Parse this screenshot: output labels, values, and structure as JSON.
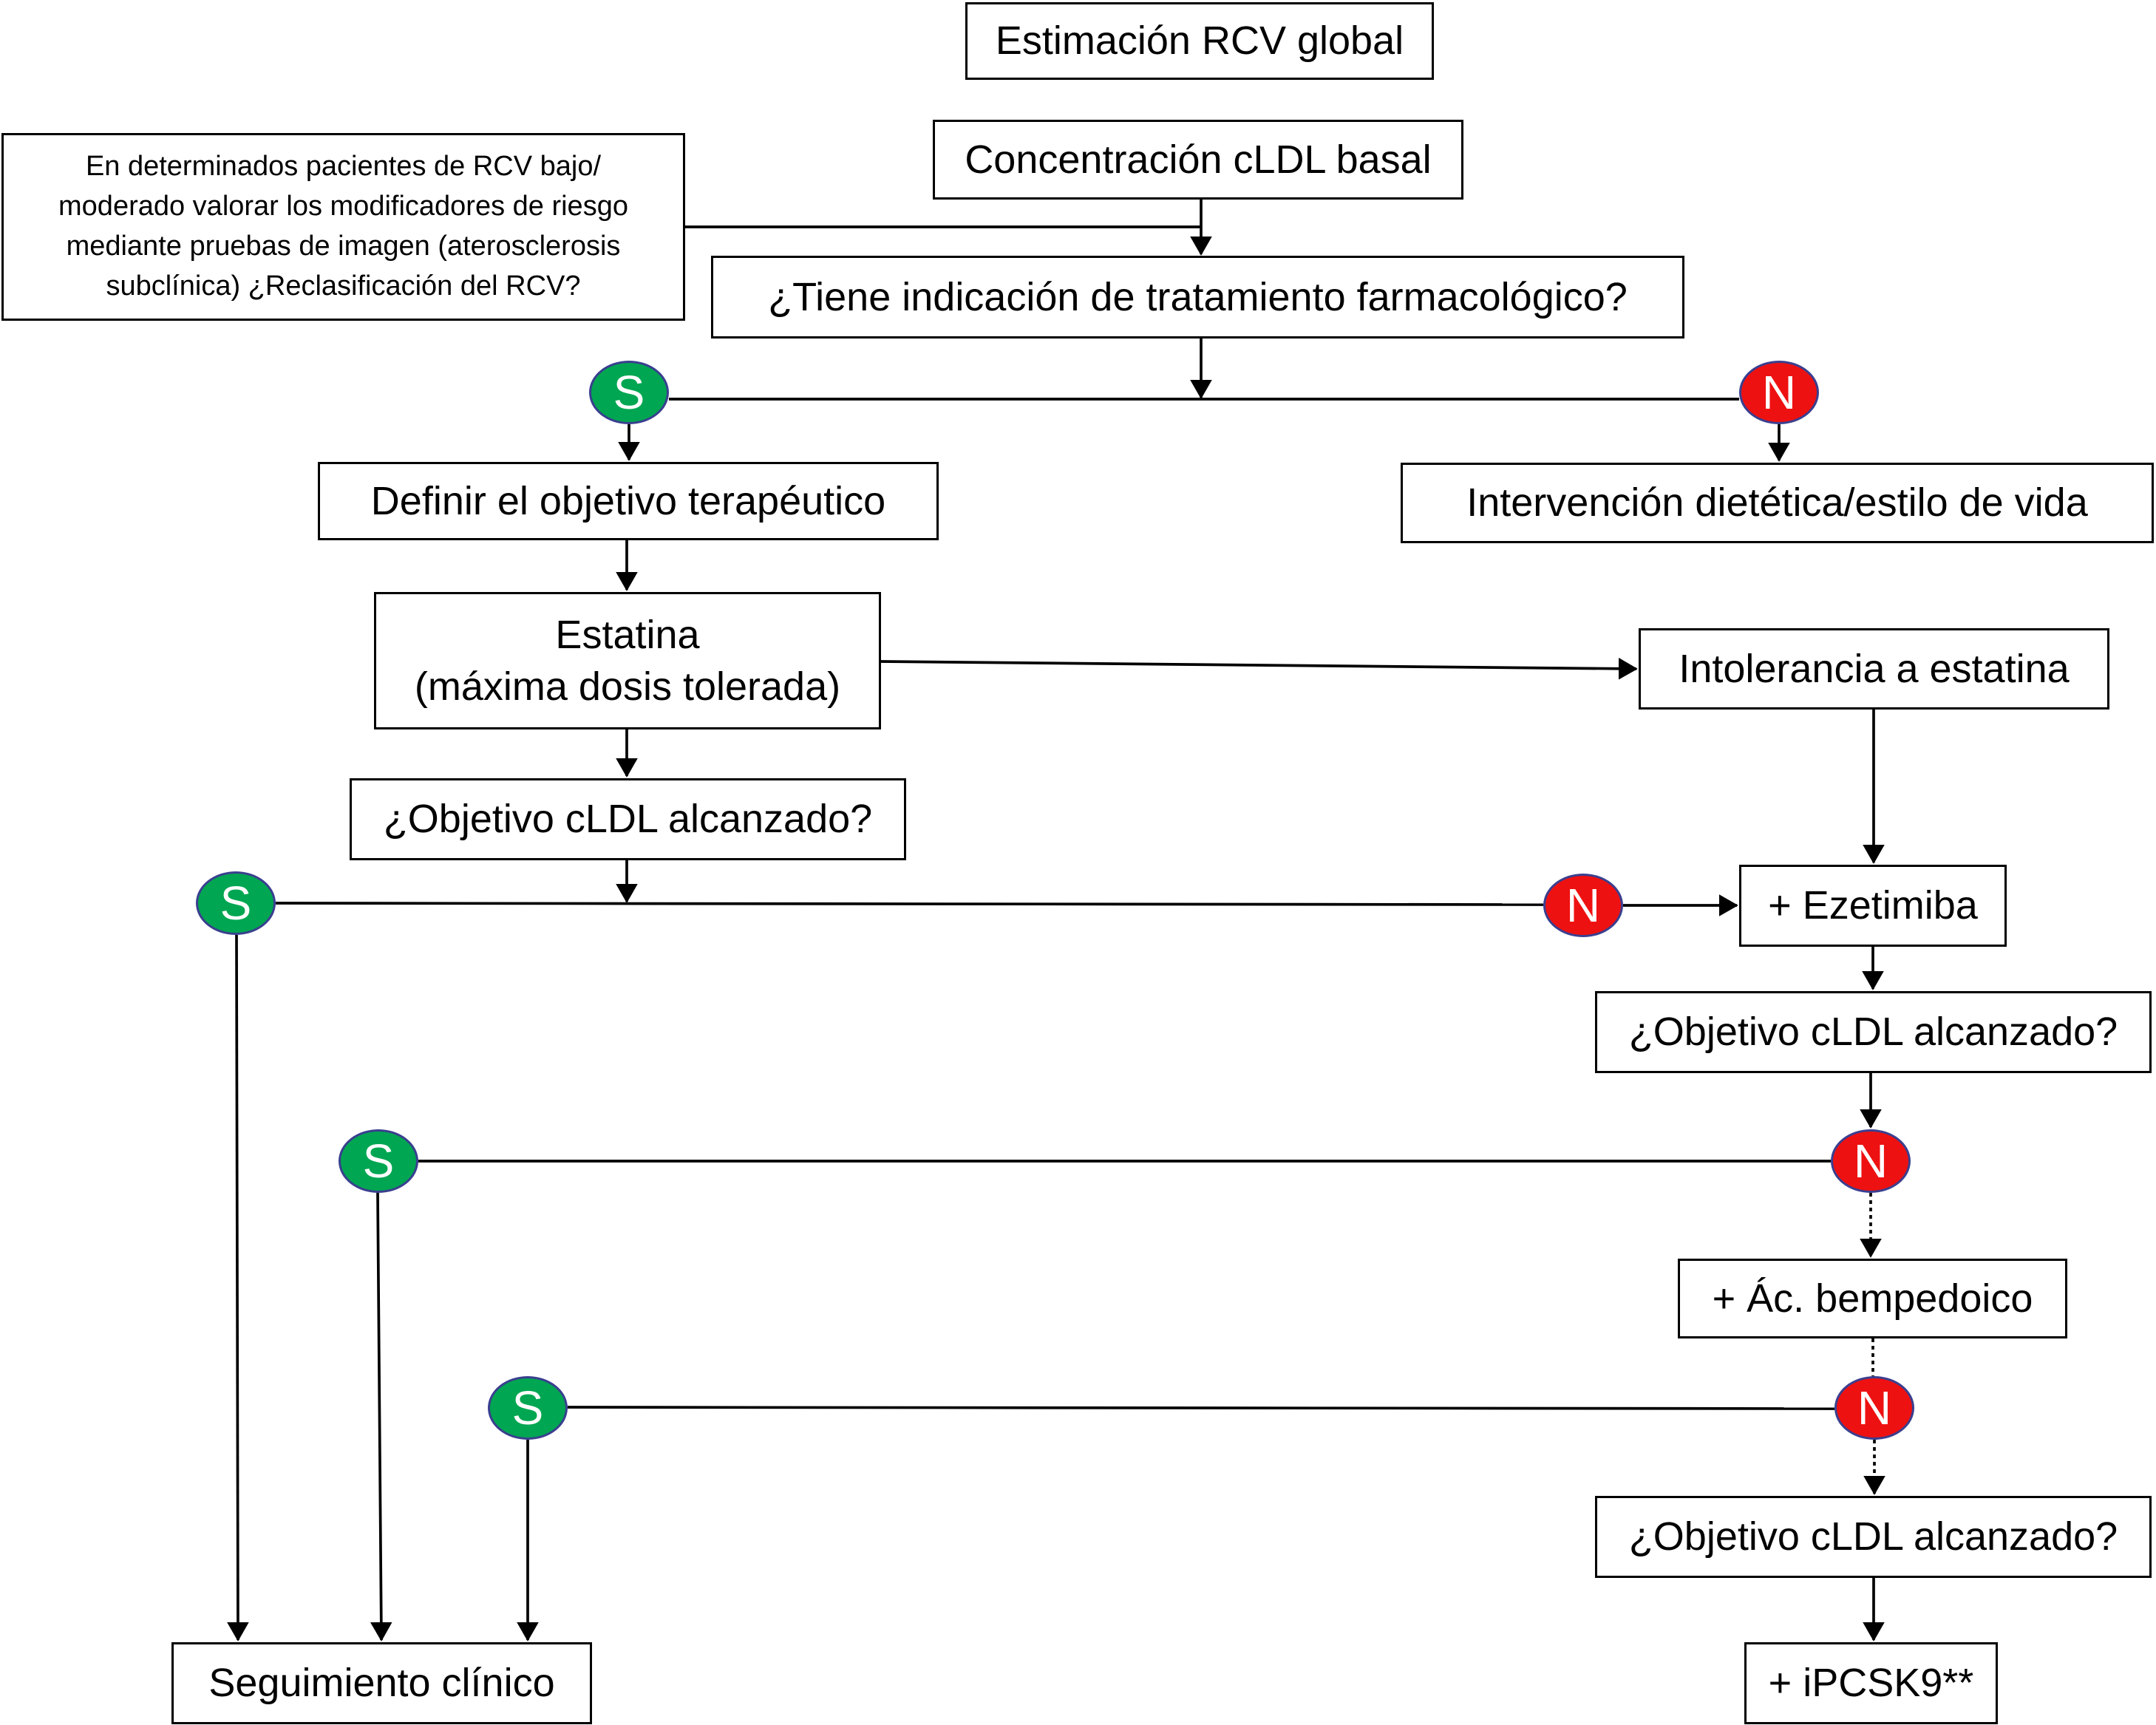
{
  "colors": {
    "yes": "#00a651",
    "no": "#ee1111",
    "node_border": "#3a3f8f",
    "line": "#000000"
  },
  "boxes": {
    "estimacion": "Estimación  RCV global",
    "concentracion": "Concentración  cLDL basal",
    "nota": "En determinados pacientes de RCV bajo/\nmoderado valorar los modificadores de riesgo\nmediante pruebas de imagen (aterosclerosis\nsubclínica) ¿Reclasificación del RCV?",
    "indicacion": "¿Tiene  indicación  de tratamiento  farmacológico?",
    "definir": "Definir  el objetivo terapéutico",
    "intervencion": "Intervención  dietética/estilo   de vida",
    "estatina": "Estatina\n(máxima  dosis  tolerada)",
    "intolerancia": "Intolerancia  a estatina",
    "objetivo1": "¿Objetivo  cLDL alcanzado?",
    "ezetimiba": "+ Ezetimiba",
    "objetivo2": "¿Objetivo  cLDL alcanzado?",
    "bempedoico": "+ Ác. bempedoico",
    "objetivo3": "¿Objetivo  cLDL alcanzado?",
    "seguimiento": "Seguimiento  clínico",
    "ipcsk9": "+ iPCSK9**"
  },
  "nodes": {
    "s1": "S",
    "n1": "N",
    "s2": "S",
    "n2": "N",
    "s3": "S",
    "n3": "N",
    "s4": "S",
    "n4": "N"
  }
}
